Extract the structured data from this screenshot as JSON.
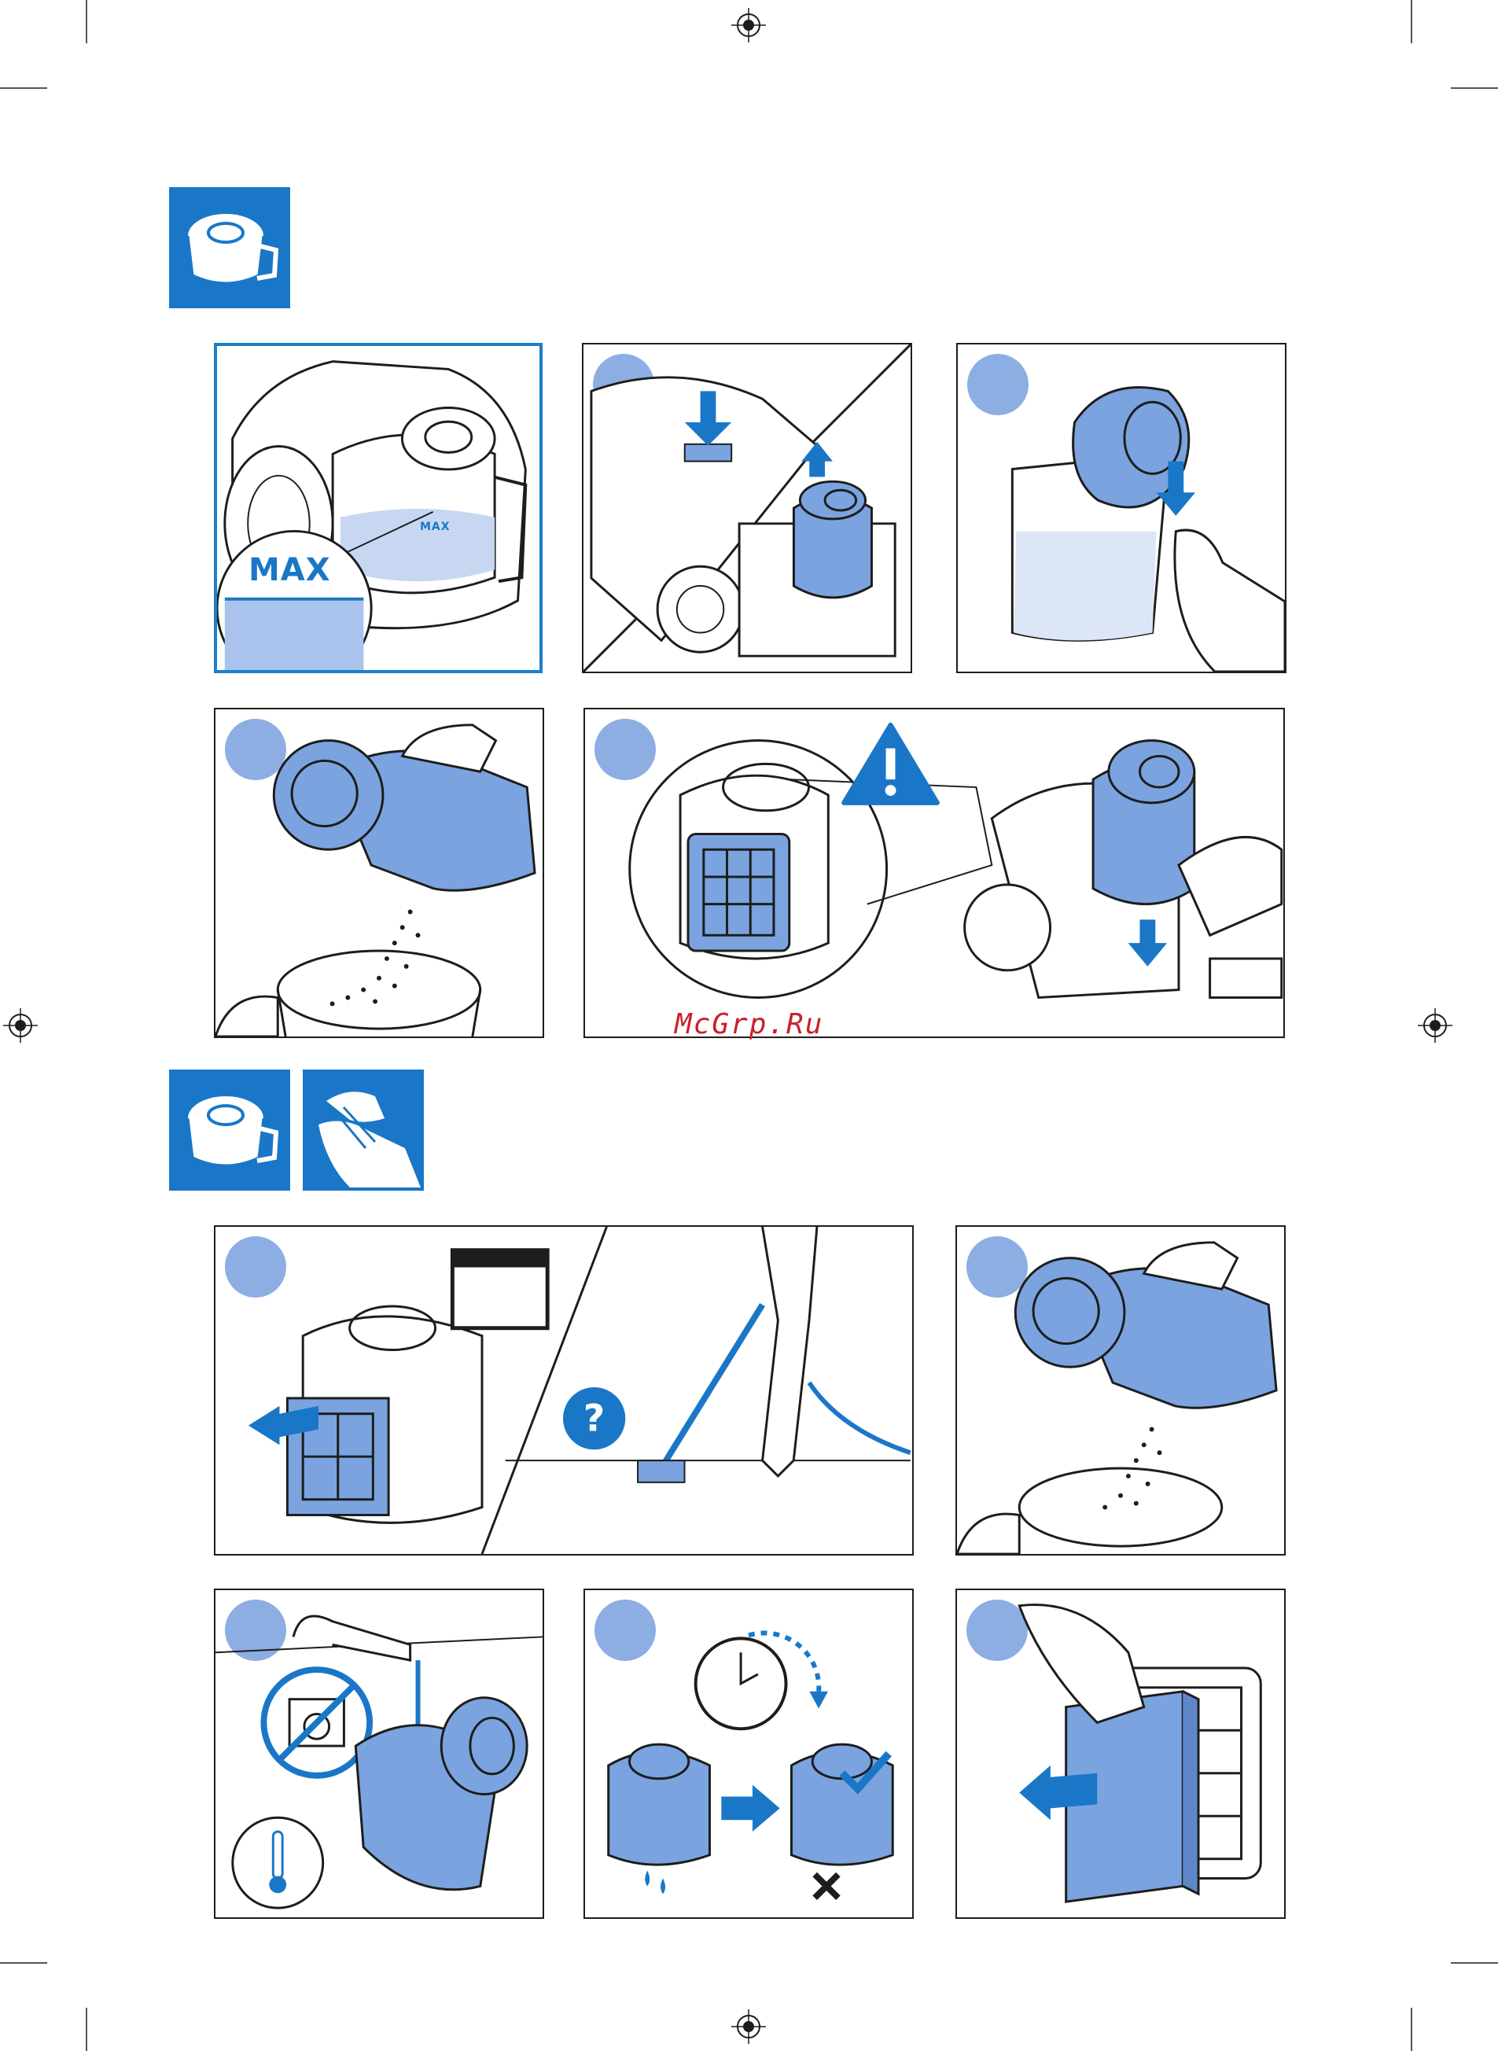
{
  "watermark": "McGrp.Ru",
  "panel_max": {
    "label": "MAX",
    "small_label": "MAX"
  },
  "colors": {
    "accent": "#1a77c7",
    "step": "#8daee3",
    "fill": "#7aa3e0",
    "line": "#1d1d1b",
    "watermark": "#c8202a"
  },
  "icons": {
    "section1": [
      "dust-container-icon"
    ],
    "section2": [
      "dust-container-icon",
      "hand-wipe-icon"
    ]
  }
}
